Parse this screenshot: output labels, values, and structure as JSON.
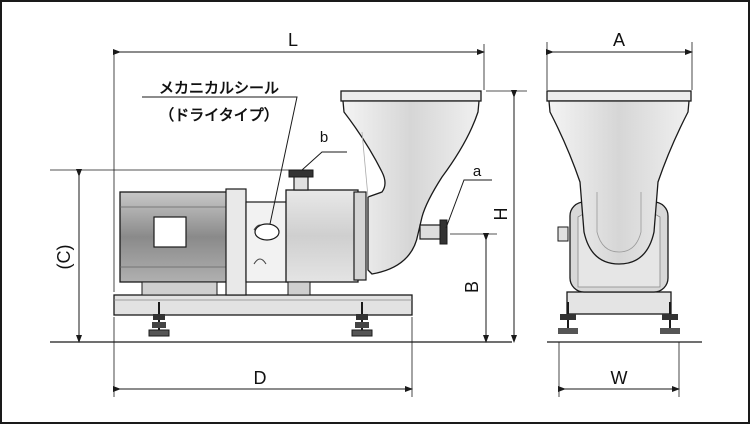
{
  "labels": {
    "L": "L",
    "A": "A",
    "H": "H",
    "B": "B",
    "C": "(C)",
    "D": "D",
    "W": "W",
    "a": "a",
    "b": "b"
  },
  "callout": {
    "line1": "メカニカルシール",
    "line2": "（ドライタイプ）"
  },
  "colors": {
    "line": "#1a1a1a",
    "body_fill": "#d9d9d9",
    "body_light": "#eeeeee",
    "body_dark": "#9a9a9a"
  }
}
